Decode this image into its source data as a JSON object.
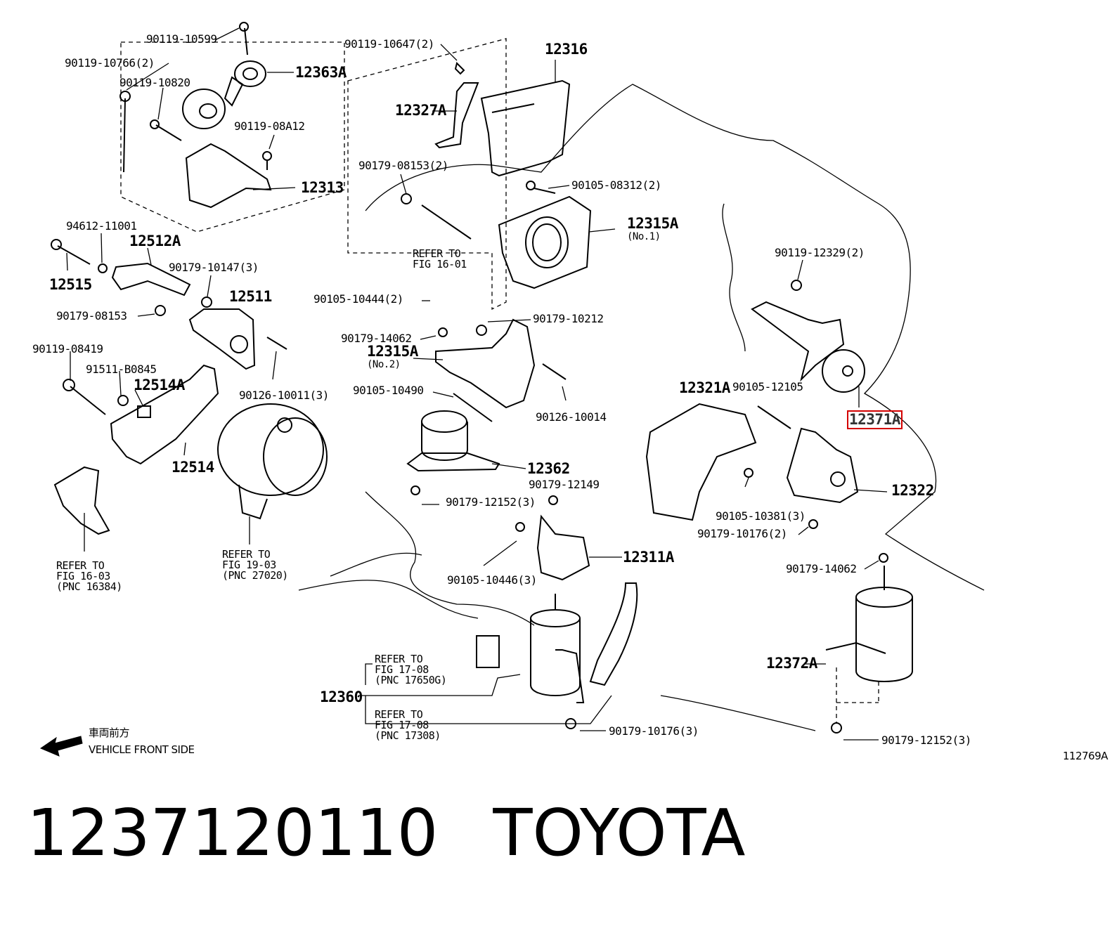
{
  "diagram": {
    "drawing_number": "112769A",
    "direction": {
      "japanese": "車両前方",
      "english": "VEHICLE FRONT SIDE",
      "arrow_icon": "left-arrow-icon"
    },
    "highlight_color": "#d40000",
    "highlighted_part": "12371A",
    "part_labels": [
      {
        "id": "p_10599",
        "text": "90119-10599"
      },
      {
        "id": "p_10766",
        "text": "90119-10766(2)"
      },
      {
        "id": "p_10820",
        "text": "90119-10820"
      },
      {
        "id": "p_12363A",
        "text": "12363A"
      },
      {
        "id": "p_08A12",
        "text": "90119-08A12"
      },
      {
        "id": "p_12313",
        "text": "12313"
      },
      {
        "id": "p_10647",
        "text": "90119-10647(2)"
      },
      {
        "id": "p_12316",
        "text": "12316"
      },
      {
        "id": "p_12327A",
        "text": "12327A"
      },
      {
        "id": "p_08153_2",
        "text": "90179-08153(2)"
      },
      {
        "id": "p_08312",
        "text": "90105-08312(2)"
      },
      {
        "id": "p_12315A_1",
        "text": "12315A"
      },
      {
        "id": "p_12315A_1_sub",
        "text": "(No.1)"
      },
      {
        "id": "p_94612",
        "text": "94612-11001"
      },
      {
        "id": "p_12512A",
        "text": "12512A"
      },
      {
        "id": "p_12515",
        "text": "12515"
      },
      {
        "id": "p_10147",
        "text": "90179-10147(3)"
      },
      {
        "id": "p_12511",
        "text": "12511"
      },
      {
        "id": "p_08153",
        "text": "90179-08153"
      },
      {
        "id": "p_10444",
        "text": "90105-10444(2)"
      },
      {
        "id": "p_10212",
        "text": "90179-10212"
      },
      {
        "id": "p_12329",
        "text": "90119-12329(2)"
      },
      {
        "id": "p_14062a",
        "text": "90179-14062"
      },
      {
        "id": "p_12315A_2",
        "text": "12315A"
      },
      {
        "id": "p_12315A_2_sub",
        "text": "(No.2)"
      },
      {
        "id": "p_08419",
        "text": "90119-08419"
      },
      {
        "id": "p_B0845",
        "text": "91511-B0845"
      },
      {
        "id": "p_12514A",
        "text": "12514A"
      },
      {
        "id": "p_10011",
        "text": "90126-10011(3)"
      },
      {
        "id": "p_10490",
        "text": "90105-10490"
      },
      {
        "id": "p_10014",
        "text": "90126-10014"
      },
      {
        "id": "p_12321A",
        "text": "12321A"
      },
      {
        "id": "p_12105",
        "text": "90105-12105"
      },
      {
        "id": "p_12371A",
        "text": "12371A"
      },
      {
        "id": "p_12514",
        "text": "12514"
      },
      {
        "id": "p_12362",
        "text": "12362"
      },
      {
        "id": "p_12149",
        "text": "90179-12149"
      },
      {
        "id": "p_12152a",
        "text": "90179-12152(3)"
      },
      {
        "id": "p_12322",
        "text": "12322"
      },
      {
        "id": "p_10381",
        "text": "90105-10381(3)"
      },
      {
        "id": "p_10176a",
        "text": "90179-10176(2)"
      },
      {
        "id": "p_12311A",
        "text": "12311A"
      },
      {
        "id": "p_10446",
        "text": "90105-10446(3)"
      },
      {
        "id": "p_14062b",
        "text": "90179-14062"
      },
      {
        "id": "p_12372A",
        "text": "12372A"
      },
      {
        "id": "p_12360",
        "text": "12360"
      },
      {
        "id": "p_10176b",
        "text": "90179-10176(3)"
      },
      {
        "id": "p_12152b",
        "text": "90179-12152(3)"
      }
    ],
    "references": [
      {
        "id": "r_1601",
        "lines": [
          "REFER TO",
          "FIG 16-01"
        ]
      },
      {
        "id": "r_1603",
        "lines": [
          "REFER TO",
          "FIG 16-03",
          "(PNC 16384)"
        ]
      },
      {
        "id": "r_1903",
        "lines": [
          "REFER TO",
          "FIG 19-03",
          "(PNC 27020)"
        ]
      },
      {
        "id": "r_1708a",
        "lines": [
          "REFER TO",
          "FIG 17-08",
          "(PNC 17650G)"
        ]
      },
      {
        "id": "r_1708b",
        "lines": [
          "REFER TO",
          "FIG 17-08",
          "(PNC 17308)"
        ]
      }
    ]
  },
  "footer": {
    "part_number": "1237120110",
    "brand": "TOYOTA"
  }
}
